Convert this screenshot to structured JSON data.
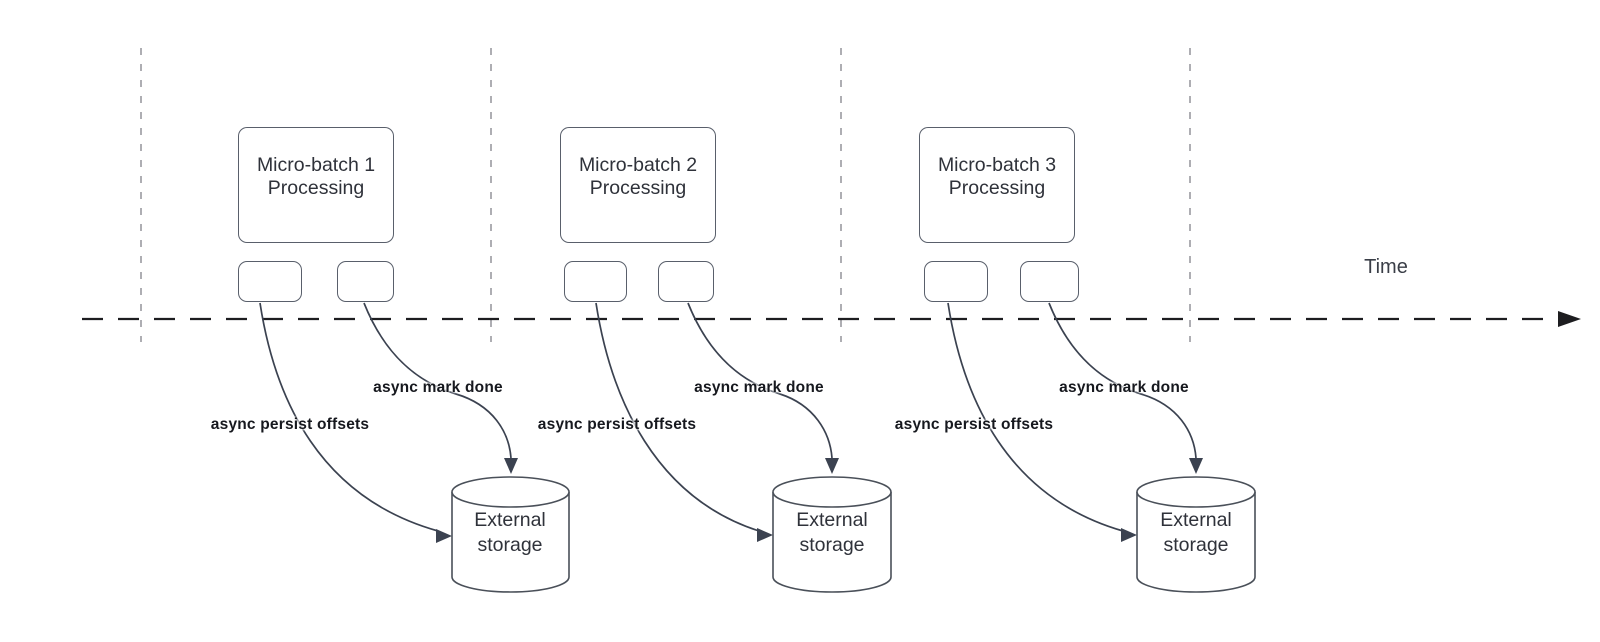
{
  "diagram": {
    "type": "timeline-flow-diagram",
    "timeline": {
      "label": "Time"
    },
    "batches": [
      {
        "box_label": "Micro-batch 1\nProcessing",
        "persist_label": "async persist offsets",
        "done_label": "async mark done",
        "storage_label": "External\nstorage"
      },
      {
        "box_label": "Micro-batch 2\nProcessing",
        "persist_label": "async persist offsets",
        "done_label": "async mark done",
        "storage_label": "External\nstorage"
      },
      {
        "box_label": "Micro-batch 3\nProcessing",
        "persist_label": "async persist offsets",
        "done_label": "async mark done",
        "storage_label": "External\nstorage"
      }
    ],
    "colors": {
      "background": "#ffffff",
      "shape_border": "#595f6b",
      "cylinder_border": "#4a5059",
      "arrow": "#3b4250",
      "timeline": "#1d1d20",
      "guide_line": "#a6a6ab",
      "shape_text": "#2f323a",
      "edge_label_text": "#16181e",
      "time_label_text": "#3a3e47"
    }
  }
}
